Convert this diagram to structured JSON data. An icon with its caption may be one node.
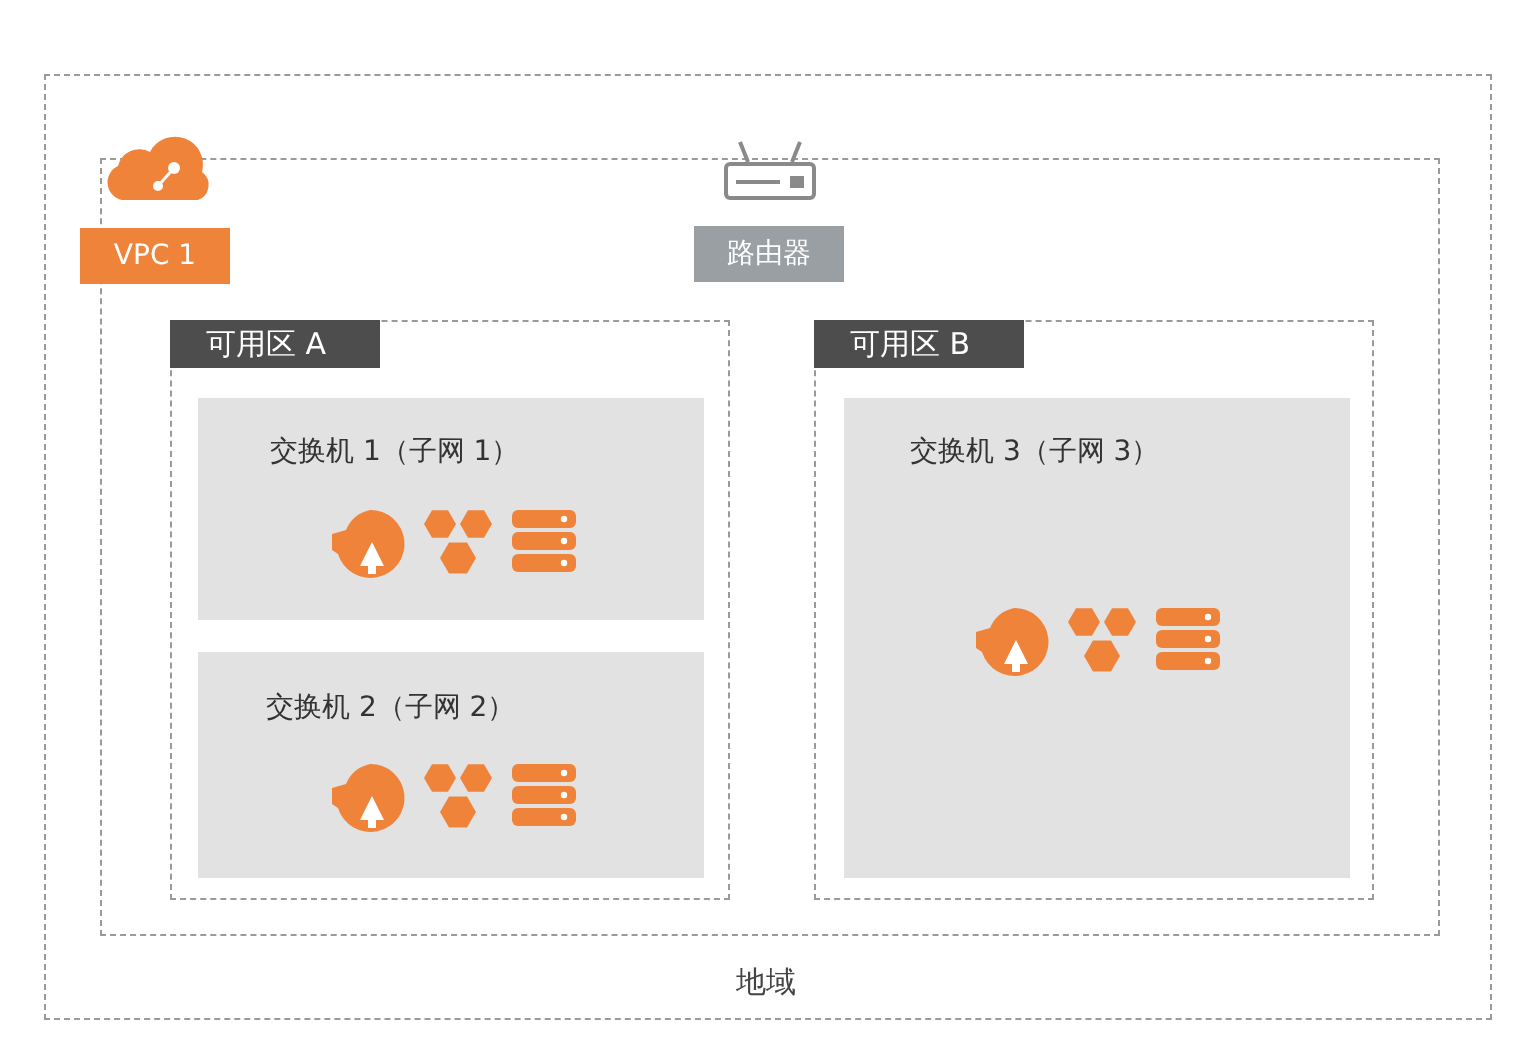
{
  "diagram": {
    "nodes": [
      {
        "text": [
          "地域"
        ]
      },
      {
        "text": [
          "VPC 1"
        ],
        "in": 0
      },
      {
        "text": [
          "路由器"
        ],
        "in": 0
      },
      {
        "text": [
          "可用区 A"
        ],
        "in": 1
      },
      {
        "text": [
          "交换机 1（子网 1）"
        ],
        "in": 3
      },
      {
        "text": [
          "交换机 2（子网 2）"
        ],
        "in": 3
      },
      {
        "text": [
          "可用区 B"
        ],
        "in": 1
      },
      {
        "text": [
          "交换机 3（子网 3）"
        ],
        "in": 6
      }
    ]
  }
}
